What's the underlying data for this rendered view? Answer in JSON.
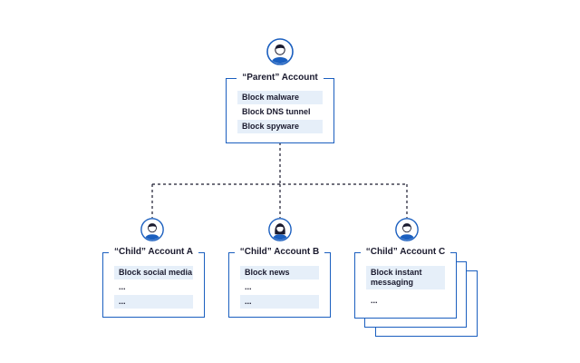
{
  "parent": {
    "title": "“Parent” Account",
    "items": [
      "Block malware",
      "Block DNS tunnel",
      "Block spyware"
    ]
  },
  "children": [
    {
      "title": "“Child” Account A",
      "items": [
        "Block social media",
        "...",
        "..."
      ]
    },
    {
      "title": "“Child” Account B",
      "items": [
        "Block news",
        "...",
        "..."
      ]
    },
    {
      "title": "“Child” Account C",
      "items": [
        "Block instant messaging",
        "..."
      ]
    }
  ],
  "colors": {
    "border": "#1b5fbf",
    "item_fill": "#e6eff9",
    "avatar_ring": "#1b5fbf",
    "text": "#1a1a2e"
  },
  "icons": {
    "parent_avatar": "male-user-icon",
    "child_a_avatar": "male-user-icon",
    "child_b_avatar": "female-user-icon",
    "child_c_avatar": "male-user-icon"
  }
}
